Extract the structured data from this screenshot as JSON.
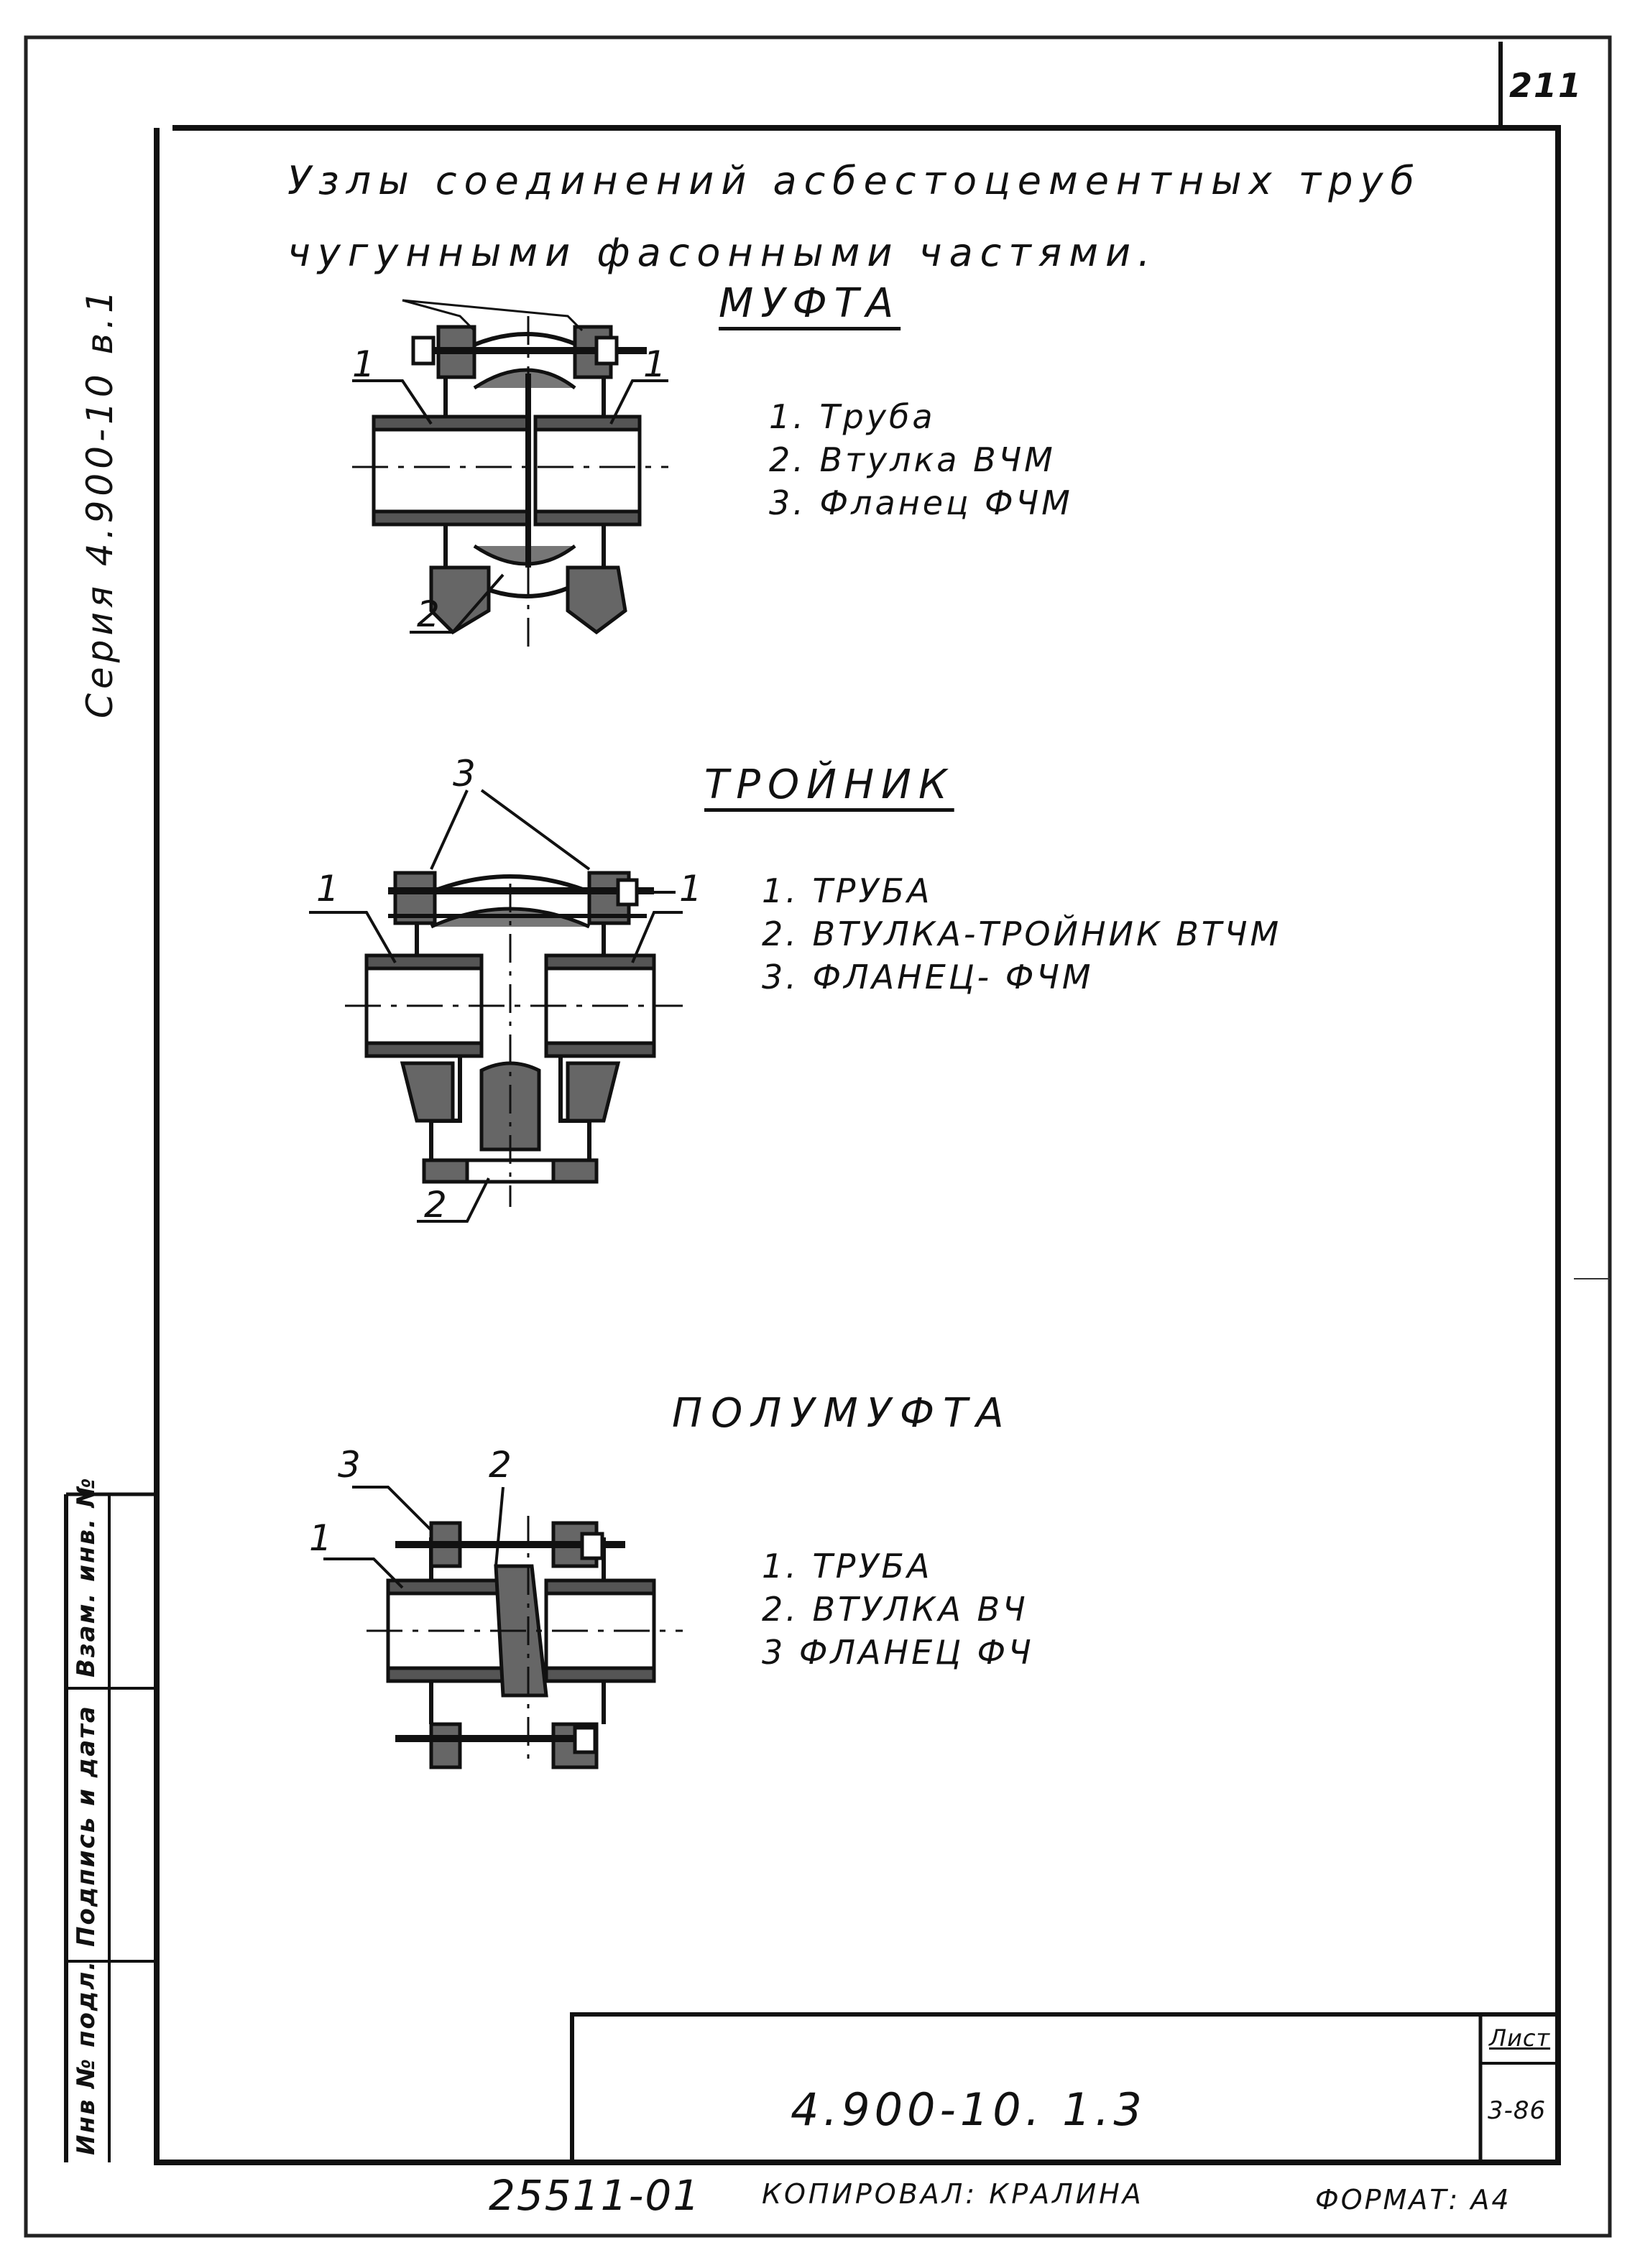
{
  "sheet_number": "211",
  "series_label": "Серия 4.900-10 в.1",
  "title_line1": "Узлы соединений асбестоцементных труб",
  "title_line2": "чугунными фасонными частями.",
  "sections": [
    {
      "heading": "МУФТА",
      "legend": [
        "1. Труба",
        "2. Втулка ВЧМ",
        "3. Фланец ФЧМ"
      ],
      "callouts": [
        "1",
        "1",
        "2"
      ]
    },
    {
      "heading": "ТРОЙНИК",
      "legend": [
        "1. ТРУБА",
        "2. ВТУЛКА-ТРОЙНИК ВТЧМ",
        "3. ФЛАНЕЦ- ФЧМ"
      ],
      "callouts": [
        "3",
        "1",
        "1",
        "2"
      ]
    },
    {
      "heading": "ПОЛУМУФТА",
      "legend": [
        "1. ТРУБА",
        "2. ВТУЛКА ВЧ",
        "3 ФЛАНЕЦ ФЧ"
      ],
      "callouts": [
        "3",
        "2",
        "1"
      ]
    }
  ],
  "side_stamp": [
    "Инв № подл.",
    "Подпись и дата",
    "Взам. инв. №"
  ],
  "title_block": {
    "designation": "4.900-10. 1.3",
    "sheet_label": "Лист",
    "sheet_value": "3-86"
  },
  "footer": {
    "inventory": "25511-01",
    "copied_by": "КОПИРОВАЛ: КРАЛИНА",
    "format": "ФОРМАТ: А4"
  }
}
